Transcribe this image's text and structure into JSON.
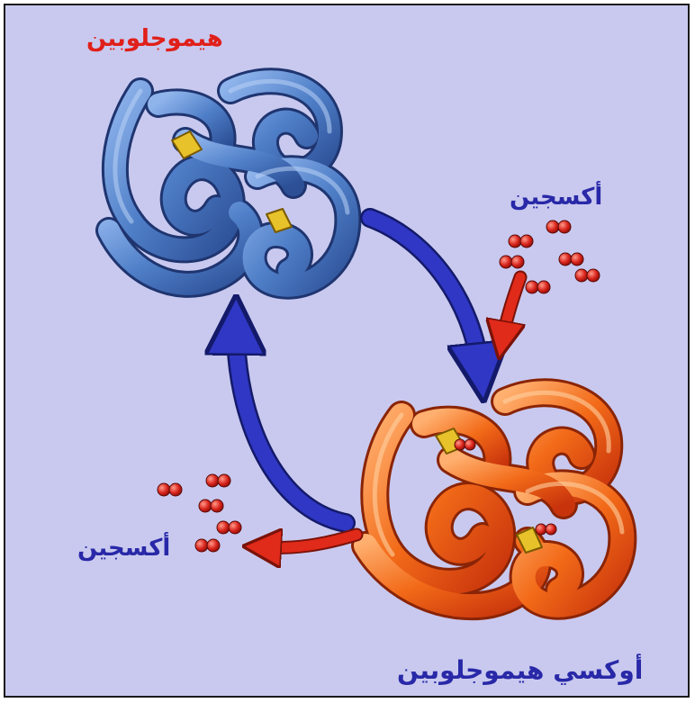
{
  "labels": {
    "hemoglobin": "هيموجلوبين",
    "oxygen_in": "أكسجين",
    "oxygen_out": "أكسجين",
    "oxyhemoglobin": "أوكسي هيموجلوبين"
  },
  "colors": {
    "background": "#c9c9ef",
    "border": "#1a1a1a",
    "label_red": "#e0201a",
    "label_blue": "#2828a8",
    "hemoglobin_blue": "#4f7fc8",
    "oxyhemoglobin_orange": "#f26a18",
    "oxygen_red": "#d8231b",
    "cycle_arrow_blue": "#2f37c4",
    "release_arrow_red": "#e02a1a",
    "heme_yellow": "#e8c22a"
  },
  "icons": [
    "hemoglobin-molecule-icon",
    "oxyhemoglobin-molecule-icon",
    "oxygen-molecule-icon",
    "heme-group-icon"
  ]
}
